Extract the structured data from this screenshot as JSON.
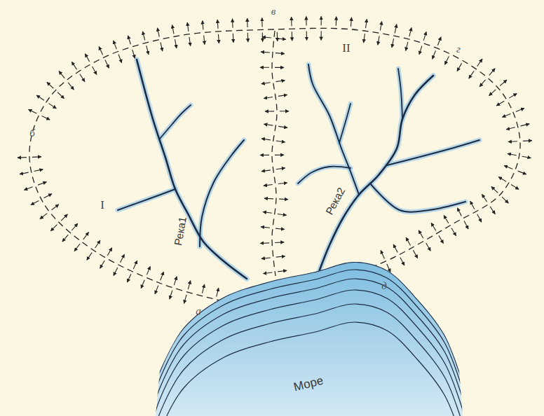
{
  "diagram": {
    "nodes": [
      {
        "text": [
          "Море"
        ]
      }
    ],
    "labels": [
      "в",
      "б",
      "г",
      "II",
      "I",
      "Река1",
      "Река2",
      "а",
      "д"
    ]
  }
}
